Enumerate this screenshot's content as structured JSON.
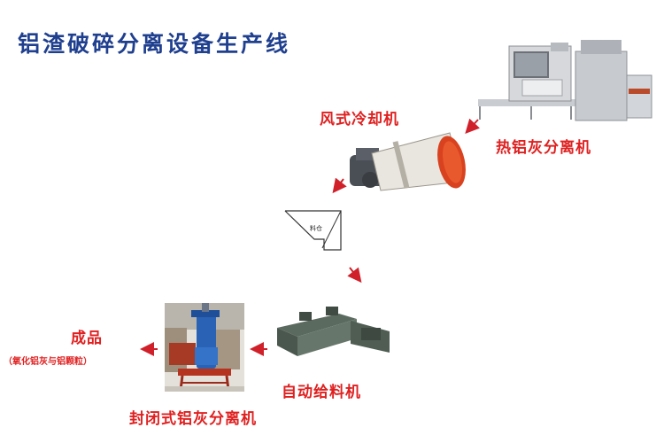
{
  "title": "铝渣破碎分离设备生产线",
  "labels": {
    "hot_separator": "热铝灰分离机",
    "cooler": "风式冷却机",
    "feeder": "自动给料机",
    "sealed_separator": "封闭式铝灰分离机",
    "product": "成品",
    "product_note": "（氧化铝灰与铝颗粒）",
    "hopper": "料仓"
  },
  "colors": {
    "title": "#1f3f8f",
    "label": "#e02020",
    "arrow": "#d0202a"
  }
}
